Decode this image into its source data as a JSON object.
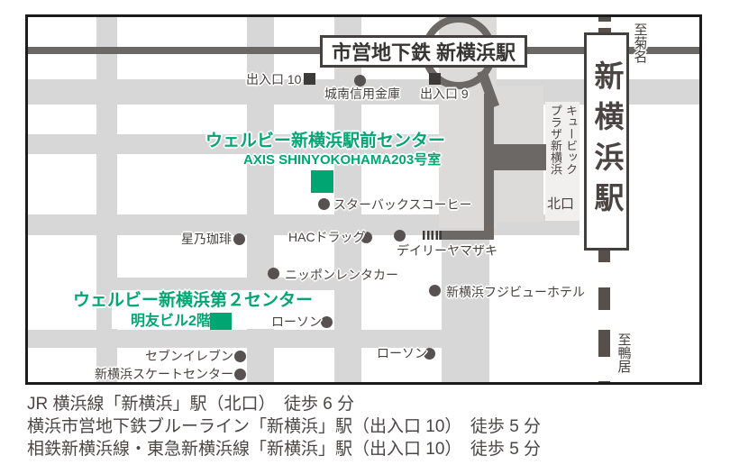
{
  "map": {
    "subway_station_label": "市営地下鉄 新横浜駅",
    "jr_station_name": "新横浜駅",
    "to_kikuna": "至菊名",
    "to_kamoi": "至鴨居",
    "cubic_plaza": "キュービック\nプラザ新横浜",
    "north_exit": "北口",
    "exit_10": "出入口 10",
    "exit_9": "出入口 9",
    "center1": {
      "name": "ウェルビー新横浜駅前センター",
      "building": "AXIS SHINYOKOHAMA203号室"
    },
    "center2": {
      "name": "ウェルビー新横浜第２センター",
      "building": "明友ビル2階"
    },
    "pois": [
      {
        "label": "城南信用金庫"
      },
      {
        "label": "スターバックスコーヒー"
      },
      {
        "label": "星乃珈琲"
      },
      {
        "label": "HACドラッグ"
      },
      {
        "label": "デイリーヤマザキ"
      },
      {
        "label": "ニッポンレンタカー"
      },
      {
        "label": "新横浜フジビューホテル"
      },
      {
        "label": "ローソン"
      },
      {
        "label": "ローソン"
      },
      {
        "label": "セブンイレブン"
      },
      {
        "label": "新横浜スケートセンター"
      }
    ]
  },
  "access": {
    "lines": [
      "JR 横浜線「新横浜」駅（北口）　徒歩 6 分",
      "横浜市営地下鉄ブルーライン「新横浜」駅（出入口 10）　徒歩 5 分",
      "相鉄新横浜線・東急新横浜線「新横浜」駅（出入口 10）　徒歩 5 分"
    ]
  },
  "colors": {
    "brand_green": "#00a571",
    "road_gray": "#d8d7d7",
    "transit_gray": "#6c6866",
    "track_dark": "#564f4a",
    "text_dark": "#474140"
  }
}
